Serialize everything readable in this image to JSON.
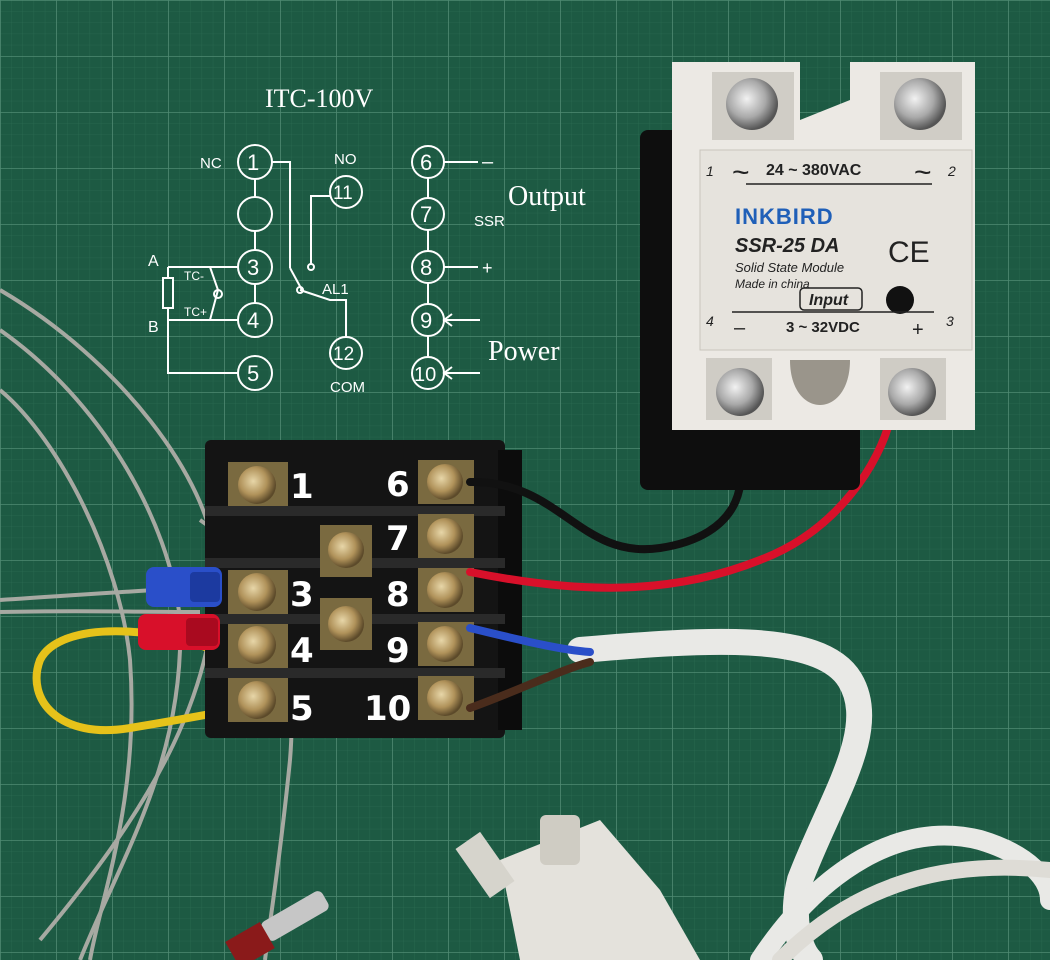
{
  "diagram": {
    "model": "ITC-100V",
    "labels": {
      "nc": "NC",
      "no": "NO",
      "com": "COM",
      "al": "AL1",
      "a": "A",
      "b": "B",
      "tc_minus": "TC-",
      "tc_plus": "TC+",
      "output": "Output",
      "ssr": "SSR",
      "power": "Power",
      "minus": "–",
      "plus": "+"
    },
    "terminals_left": [
      "1",
      "",
      "3",
      "4",
      "5"
    ],
    "terminals_mid": [
      "11",
      "12"
    ],
    "terminals_right": [
      "6",
      "7",
      "8",
      "9",
      "10"
    ]
  },
  "block_labels": {
    "left": [
      "1",
      "3",
      "4",
      "5"
    ],
    "right": [
      "6",
      "7",
      "8",
      "9",
      "10"
    ]
  },
  "ssr_module": {
    "brand": "INKBIRD",
    "model": "SSR-25 DA",
    "description": "Solid State Module",
    "origin": "Made in china",
    "ac_range": "24 ~ 380VAC",
    "input_label": "Input",
    "dc_range": "3 ~ 32VDC",
    "ce_mark": "CE",
    "pin_1": "1",
    "pin_2": "2",
    "pin_3": "3",
    "pin_4": "4",
    "tilde": "~",
    "minus": "–",
    "plus": "+"
  },
  "colors": {
    "mat": "#1d5a43",
    "grid": "#4f8a72",
    "block": "#141414",
    "screw": "#b89a5c",
    "wire_red": "#d8102a",
    "wire_black": "#111111",
    "wire_blue": "#2a4fc9",
    "wire_brown": "#4a2c1c",
    "wire_yellow": "#e6c21a",
    "cable_white": "#e9e9e6",
    "ssr_body": "#ece9e4"
  }
}
